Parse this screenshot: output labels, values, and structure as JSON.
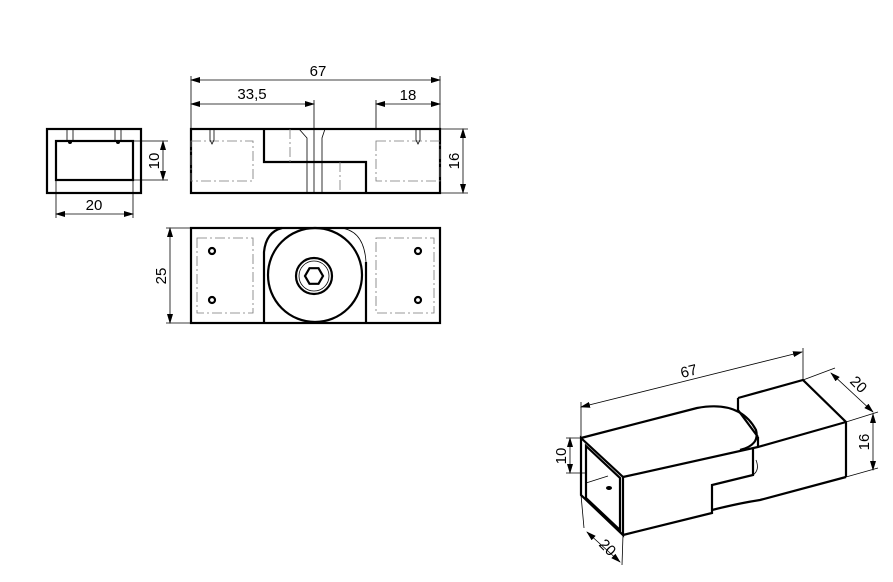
{
  "side_view": {
    "width_label": "20",
    "height_label": "10"
  },
  "front_view": {
    "length_label": "67",
    "half_label": "33,5",
    "end_label": "18",
    "height_label": "16"
  },
  "top_view": {
    "depth_label": "25"
  },
  "isometric": {
    "length_label": "67",
    "width_label": "20",
    "height_label": "16",
    "inner_label": "10",
    "front_width_label": "20"
  }
}
